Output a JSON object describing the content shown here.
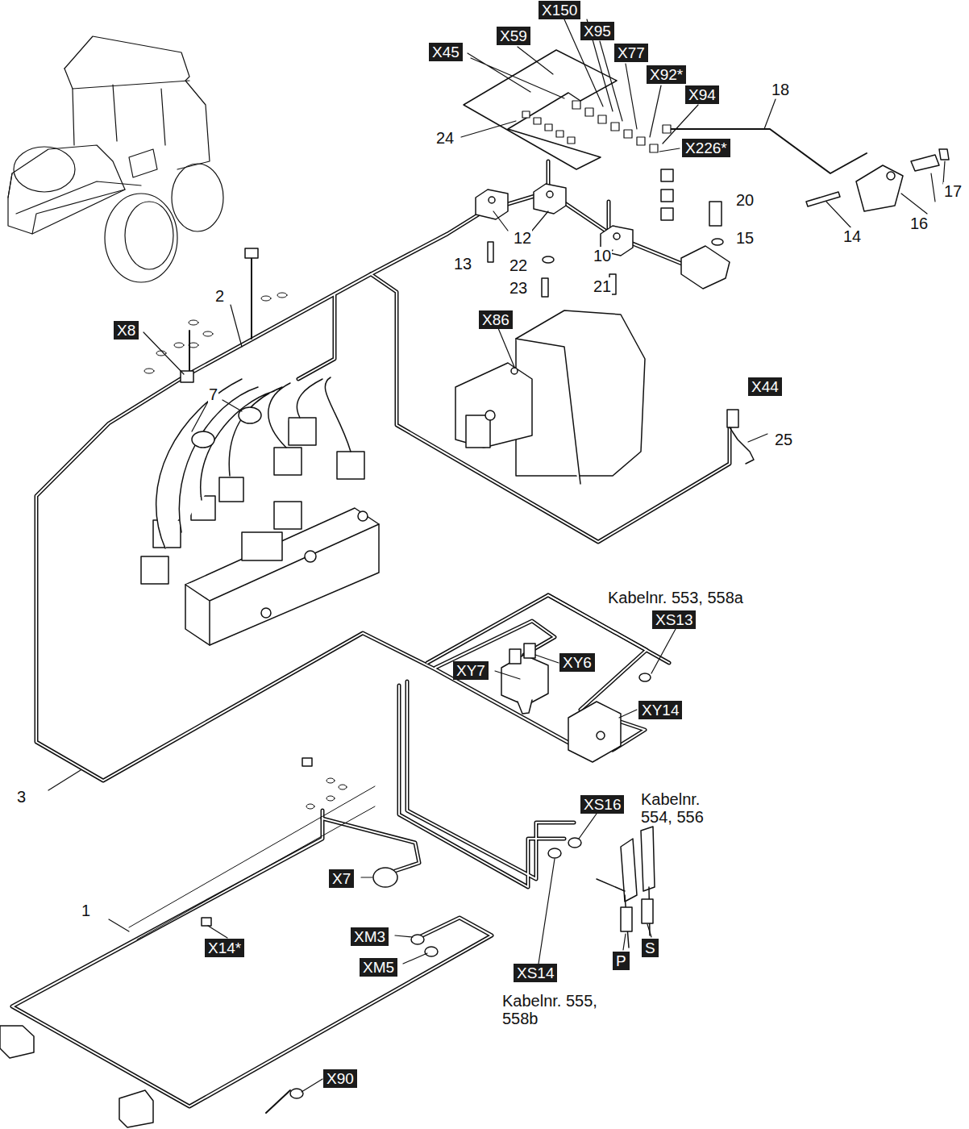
{
  "diagram": {
    "nodes": [
      {
        "text": [
          "X150"
        ]
      },
      {
        "text": [
          "X95"
        ]
      },
      {
        "text": [
          "X59"
        ]
      },
      {
        "text": [
          "X77"
        ]
      },
      {
        "text": [
          "X45"
        ]
      },
      {
        "text": [
          "X92*"
        ]
      },
      {
        "text": [
          "X94"
        ]
      },
      {
        "text": [
          "X226*"
        ]
      },
      {
        "text": [
          "X8"
        ]
      },
      {
        "text": [
          "X86"
        ]
      },
      {
        "text": [
          "X44"
        ]
      },
      {
        "text": [
          "XS13"
        ]
      },
      {
        "text": [
          "XY7"
        ]
      },
      {
        "text": [
          "XY6"
        ]
      },
      {
        "text": [
          "XY14"
        ]
      },
      {
        "text": [
          "XS16"
        ]
      },
      {
        "text": [
          "X7"
        ]
      },
      {
        "text": [
          "X14*"
        ]
      },
      {
        "text": [
          "XM3"
        ]
      },
      {
        "text": [
          "XM5"
        ]
      },
      {
        "text": [
          "XS14"
        ]
      },
      {
        "text": [
          "X90"
        ]
      },
      {
        "text": [
          "P"
        ]
      },
      {
        "text": [
          "S"
        ]
      }
    ],
    "labels": [
      "18",
      "24",
      "20",
      "17",
      "12",
      "15",
      "16",
      "14",
      "13",
      "10",
      "22",
      "23",
      "21",
      "2",
      "7",
      "25",
      "Kabelnr. 553, 558a",
      "3",
      "Kabelnr. 554, 556",
      "1",
      "Kabelnr. 555, 558b"
    ]
  }
}
